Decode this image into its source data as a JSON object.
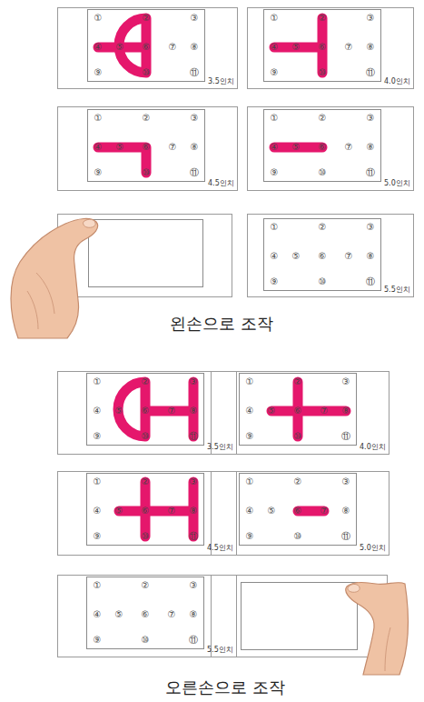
{
  "diagram": {
    "nodes": [
      {
        "text": [
          "3.5인치"
        ]
      },
      {
        "text": [
          "①",
          "②",
          "③",
          "④",
          "⑤",
          "⑥",
          "⑦",
          "⑧",
          "⑨",
          "⑩",
          "⑪"
        ],
        "in": 0
      },
      {
        "text": [
          "4.0인치"
        ]
      },
      {
        "text": [
          "①",
          "②",
          "③",
          "④",
          "⑤",
          "⑥",
          "⑦",
          "⑧",
          "⑨",
          "⑩",
          "⑪"
        ],
        "in": 2
      },
      {
        "text": [
          "4.5인치"
        ]
      },
      {
        "text": [
          "①",
          "②",
          "③",
          "④",
          "⑤",
          "⑥",
          "⑦",
          "⑧",
          "⑨",
          "⑩",
          "⑪"
        ],
        "in": 4
      },
      {
        "text": [
          "5.0인치"
        ]
      },
      {
        "text": [
          "①",
          "②",
          "③",
          "④",
          "⑤",
          "⑥",
          "⑦",
          "⑧",
          "⑨",
          "⑩",
          "⑪"
        ],
        "in": 6
      },
      {
        "text": [
          "5.5인치"
        ]
      },
      {
        "text": [
          "①",
          "②",
          "③",
          "④",
          "⑤",
          "⑥",
          "⑦",
          "⑧",
          "⑨",
          "⑩",
          "⑪"
        ],
        "in": 8
      },
      {
        "text": [
          "3.5인치"
        ]
      },
      {
        "text": [
          "①",
          "②",
          "③",
          "④",
          "⑤",
          "⑥",
          "⑦",
          "⑧",
          "⑨",
          "⑩",
          "⑪"
        ],
        "in": 10
      },
      {
        "text": [
          "4.0인치"
        ]
      },
      {
        "text": [
          "①",
          "②",
          "③",
          "④",
          "⑤",
          "⑥",
          "⑦",
          "⑧",
          "⑨",
          "⑩",
          "⑪"
        ],
        "in": 12
      },
      {
        "text": [
          "4.5인치"
        ]
      },
      {
        "text": [
          "①",
          "②",
          "③",
          "④",
          "⑤",
          "⑥",
          "⑦",
          "⑧",
          "⑨",
          "⑩",
          "⑪"
        ],
        "in": 14
      },
      {
        "text": [
          "5.0인치"
        ]
      },
      {
        "text": [
          "①",
          "②",
          "③",
          "④",
          "⑤",
          "⑥",
          "⑦",
          "⑧",
          "⑨",
          "⑩",
          "⑪"
        ],
        "in": 16
      },
      {
        "text": [
          "5.5인치"
        ]
      },
      {
        "text": [
          "①",
          "②",
          "③",
          "④",
          "⑤",
          "⑥",
          "⑦",
          "⑧",
          "⑨",
          "⑩",
          "⑪"
        ],
        "in": 18
      }
    ],
    "labels": [
      "왼손으로 조작",
      "오른손으로 조작"
    ]
  }
}
